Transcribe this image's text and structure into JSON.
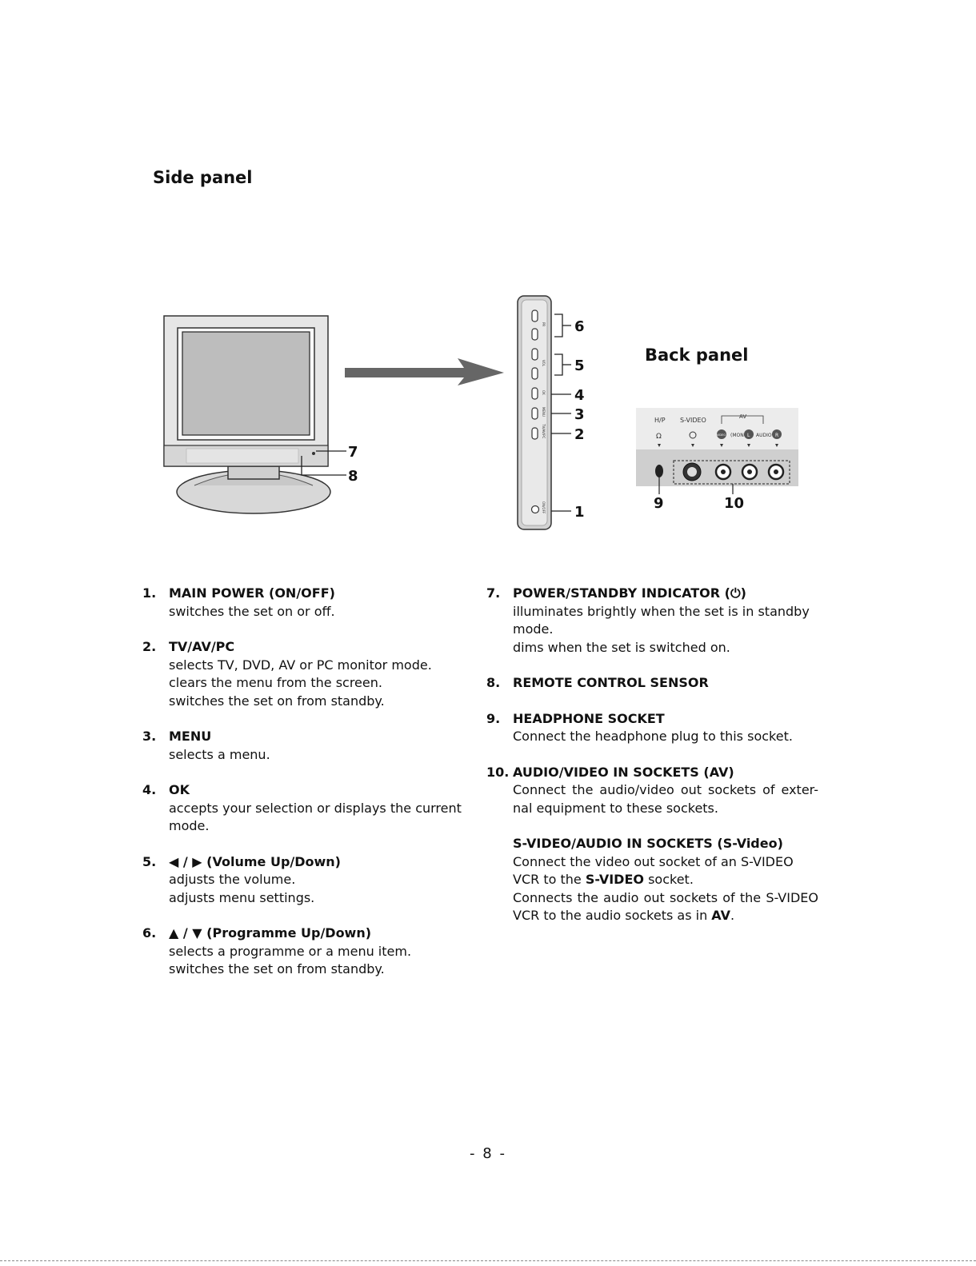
{
  "headings": {
    "side_panel": "Side panel",
    "back_panel": "Back panel"
  },
  "callouts": {
    "n1": "1",
    "n2": "2",
    "n3": "3",
    "n4": "4",
    "n5": "5",
    "n6": "6",
    "n7": "7",
    "n8": "8",
    "n9": "9",
    "n10": "10"
  },
  "side_strip_labels": {
    "pr": "PR",
    "vol": "VOL",
    "ok": "OK",
    "menu": "MENU",
    "tvavpc": "TV/AV/PC",
    "onoff": "ON/OFF"
  },
  "back_labels": {
    "hp": "H/P",
    "svideo": "S-VIDEO",
    "av": "AV",
    "video": "VIDEO",
    "mono": "(MONO)",
    "l": "L",
    "audio": "AUDIO",
    "r": "R"
  },
  "left_items": [
    {
      "num": "1.",
      "title": "MAIN POWER (ON/OFF)",
      "lines": [
        "switches the set on or off."
      ]
    },
    {
      "num": "2.",
      "title": "TV/AV/PC",
      "lines": [
        "selects TV, DVD, AV or PC monitor mode.",
        "clears the menu from the screen.",
        "switches the set on from standby."
      ]
    },
    {
      "num": "3.",
      "title": "MENU",
      "lines": [
        "selects a menu."
      ]
    },
    {
      "num": "4.",
      "title": "OK",
      "lines": [
        "accepts your selection or displays the current mode."
      ]
    },
    {
      "num": "5.",
      "title": "◀ / ▶ (Volume Up/Down)",
      "lines": [
        "adjusts the volume.",
        "adjusts menu settings."
      ]
    },
    {
      "num": "6.",
      "title": "▲ / ▼ (Programme Up/Down)",
      "lines": [
        "selects a programme or a menu item.",
        "switches the set on from standby."
      ]
    }
  ],
  "right_items": {
    "i7": {
      "num": "7.",
      "title": "POWER/STANDBY INDICATOR (⏻)",
      "lines": [
        "illuminates brightly when the set is in standby mode.",
        "dims when the set is switched on."
      ]
    },
    "i8": {
      "num": "8.",
      "title": "REMOTE CONTROL SENSOR"
    },
    "i9": {
      "num": "9.",
      "title": "HEADPHONE SOCKET",
      "lines": [
        "Connect the headphone plug to this socket."
      ]
    },
    "i10": {
      "num": "10.",
      "title": "AUDIO/VIDEO IN SOCKETS (AV)",
      "line1": "Connect the audio/video out sockets of exter-nal equipment to these sockets.",
      "sub_title": "S-VIDEO/AUDIO IN SOCKETS (S-Video)",
      "sv_a": "Connect the video out socket of an S-VIDEO VCR to the",
      "sv_b": "S-VIDEO",
      "sv_c": "socket.",
      "sv_d": "Connects the audio out sockets of the S-VIDEO VCR to the audio sockets as in",
      "sv_e": "AV",
      "sv_f": "."
    }
  },
  "page_number": "- 8 -"
}
